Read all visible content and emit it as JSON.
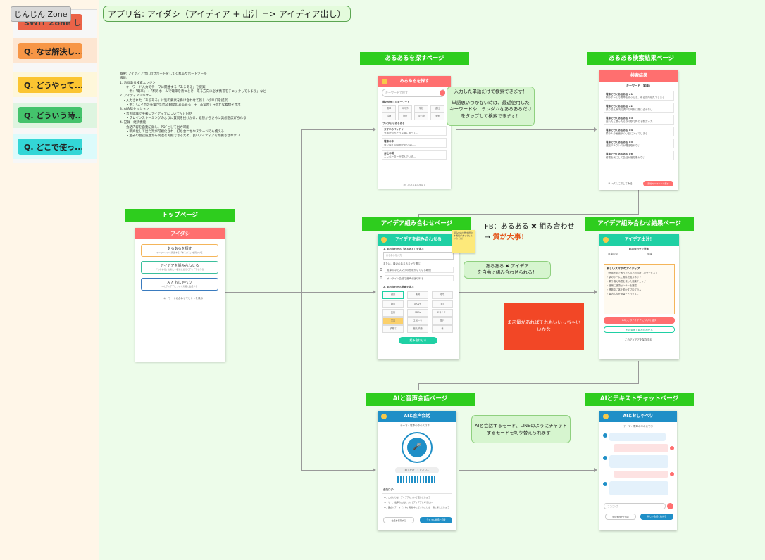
{
  "side": {
    "label": "じんじん Zone",
    "hidden_note_text": "SWIT Zone し...",
    "items": [
      {
        "label": "Q. なぜ解決し...",
        "color": "#f79646"
      },
      {
        "label": "Q. どうやって...",
        "color": "#fbc531"
      },
      {
        "label": "Q. どういう時...",
        "color": "#44c36c"
      },
      {
        "label": "Q. どこで使っ...",
        "color": "#33d6d6"
      }
    ]
  },
  "title": "アプリ名: アイダシ（アイディア + 出汁 => アイディア出し）",
  "overview": [
    "概要: アイディア出しのサポートをしてくれるサポートツール",
    "機能:",
    "1. あるある検索エンジン",
    "　・キーワード入力でテーマに関連する「あるある」を提案",
    "　　・例：「電車」→「駅のホームで電車を待つとき、来る方向に必ず携帯をチェックしてしまう」など",
    "2. アイディアミキサー",
    "　・入力された「あるある」に別の要素を掛け合わせて新しい切り口を提案",
    "　　・例：「スマホの充電が切れる瞬間のあるある」+「非常時」→新たな着想をサポ",
    "3. AI会話セッション",
    "　・音声認識で手軽にアイディアについてAIと対話",
    "　　・ブレインストーミングのように質問を投げかけ、返答からさらに発想を広げられる",
    "4. 記録・継続機能",
    "　・会話内容を自動記録し、PDFとして出力可能",
    "　　・断片化して出た案が可視化され、打ち合わせやステージでも使える",
    "　　・過去の会話履歴から関連を再掘できるため、良いアイディアを発掘させやすい"
  ],
  "sections": {
    "top": "トップページ",
    "search": "あるあるを探すページ",
    "results": "あるある検索結果ページ",
    "combine": "アイデア組み合わせページ",
    "combine_result": "アイデア組み合わせ結果ページ",
    "voice": "AIと音声会話ページ",
    "chat": "AIとテキストチャットページ"
  },
  "top_page": {
    "header": "アイダシ",
    "buttons": [
      {
        "label": "あるあるを探す",
        "sub": "キーワードから関連する「あるある」を見つける"
      },
      {
        "label": "アイデアを組み合わせる",
        "sub": "「あるある」を新しい要素を加えてアイデアを作る"
      },
      {
        "label": "AIとおしゃべり",
        "sub": "AIとアイデアについて気軽に会話する"
      }
    ],
    "footer": "キーワードに合わせてヒントを表示"
  },
  "search_page": {
    "header": "あるあるを探す",
    "placeholder": "キーワードで探す",
    "recent_label": "最近使用したキーワード",
    "chips": [
      "電車",
      "スマホ",
      "学校",
      "会社",
      "料理",
      "旅行",
      "買い物",
      "天気"
    ],
    "random_label": "ランダムなあるある",
    "cards": [
      {
        "t": "スマホのバッテリー",
        "d": "充電が切れそうな時に限って..."
      },
      {
        "t": "電車の中",
        "d": "乗り換えの時間が足りない..."
      },
      {
        "t": "会社の朝",
        "d": "エレベーターが混んでいる..."
      }
    ],
    "footer": "新しいあるあるを探す"
  },
  "results_page": {
    "header": "検索結果",
    "keyword": "キーワード「電車」",
    "items": [
      {
        "t": "電車で行くあるある #1",
        "d": "駅のホームで電車を待つとき、来る方向を見てしまう"
      },
      {
        "t": "電車で行くあるある #2",
        "d": "乗り換え案内で調べた時刻に間に合わない"
      },
      {
        "t": "電車で行くあるある #3",
        "d": "座れたと思ったら次の駅で降りる駅だった"
      },
      {
        "t": "電車で行くあるある #4",
        "d": "隣の人の画面がつい目に入ってしまう"
      },
      {
        "t": "電車で行くあるある #5",
        "d": "遅延アナウンスが聞き取れない"
      },
      {
        "t": "電車で行くあるある #6",
        "d": "終電を気にして会話が落ち着かない"
      }
    ],
    "btn1": "ランダムに探してみる",
    "btn2": "別のキーワードで探す"
  },
  "combine_page": {
    "header": "アイデアを組み合わせる",
    "step1": "1. 組み合わせる「あるある」を選ぶ",
    "input": "あるあるを入力",
    "step1b": "または、最近のあるあるから選ぶ",
    "options": [
      "電車の中でスマホの充電がなくなる瞬間",
      "オンライン会議で音声が途切れる"
    ],
    "step2": "2. 組み合わせる要素を選ぶ",
    "chips": [
      "健康",
      "教育",
      "環境",
      "娯楽",
      "AR/VR",
      "IoT",
      "医療",
      "SDGs",
      "エコノミー",
      "宇宙",
      "スポーツ",
      "旅行",
      "子育て",
      "音楽/映像",
      "食"
    ],
    "button": "組み合わせる",
    "sticky": "組み合わせ数を増やす機能があってもよいのでは？"
  },
  "combine_result_page": {
    "header": "アイデア出汁！",
    "formula": "組み合わせた要素",
    "left": "電車の中",
    "right": "健康",
    "box_title": "新しいスマホのアイディア",
    "box_items": [
      "「充電不足で困った人のための新しいサービス」",
      "・駅のホームに無料充電スポット",
      "・乗り換え時間を使った健康チェック",
      "・座席に健康センサーを搭載",
      "・移動中に体を動かすプログラム",
      "・車内広告を健康アドバイスに"
    ],
    "btn1": "AIとこのアイデアについて話す",
    "btn2": "別の要素と組み合わせる",
    "btn3": "このアイデアを保存する"
  },
  "voice_page": {
    "header": "AIと音声会話",
    "tab": "テーマ：電車の中のスマホ",
    "status": "話しかけてください...",
    "log_label": "会話ログ:",
    "log": [
      "AI：こんにちは！アイデアについて話しましょう",
      "ユーザー：電車の充電についてアイデアを考えたい",
      "AI：面白いテーマですね。移動中にできることを一緒に考えましょう"
    ],
    "btn1": "会話を保存する",
    "btn2": "テキスト会話に切替"
  },
  "chat_page": {
    "header": "AIとおしゃべり",
    "tab": "テーマ：電車の中のスマホ",
    "input": "ここに入力...",
    "btn1": "会話をPDFで保存",
    "btn2": "新しい会話を始める"
  },
  "notes": {
    "search": [
      "入力した単語だけで検索できます！",
      "",
      "単語思いつかない時は、最近使用した",
      "キーワードや、ランダムなあるあるだけ",
      "をタップして検索できます！"
    ],
    "fb_prefix": "FB：あるある ✖ 組み合わせ",
    "fb_arrow": "→",
    "fb_emph": "質が大事！",
    "combine": [
      "あるある ✖ アイデア",
      "を自由に組み合わせられる！"
    ],
    "red": [
      "まあ量があればそれもいいっちゃい",
      "いかな"
    ],
    "voice": [
      "AIと会話するモード、LINEのようにチャット",
      "するモードを切り替えられます！"
    ]
  }
}
